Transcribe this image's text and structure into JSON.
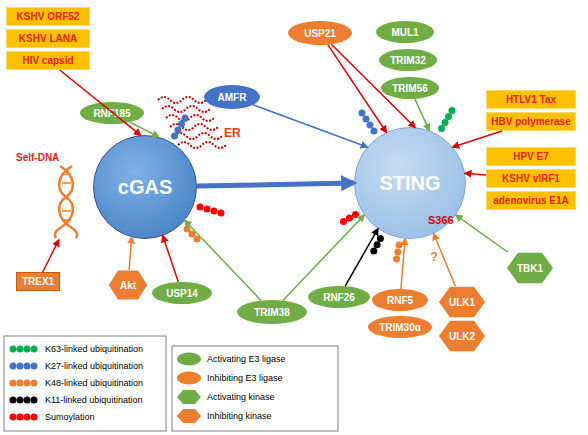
{
  "diagram": {
    "nodes": [
      {
        "text": [
          "KSHV ORF52"
        ]
      },
      {
        "text": [
          "KSHV LANA"
        ]
      },
      {
        "text": [
          "HIV capsid"
        ]
      },
      {
        "text": [
          "RNF185"
        ]
      },
      {
        "text": [
          "AMFR"
        ]
      },
      {
        "text": [
          "USP21"
        ]
      },
      {
        "text": [
          "MUL1"
        ]
      },
      {
        "text": [
          "TRIM32"
        ]
      },
      {
        "text": [
          "TRIM56"
        ]
      },
      {
        "text": [
          "HTLV1 Tax"
        ]
      },
      {
        "text": [
          "HBV polymerase"
        ]
      },
      {
        "text": [
          "HPV E7"
        ]
      },
      {
        "text": [
          "KSHV vIRF1"
        ]
      },
      {
        "text": [
          "adenovirus E1A"
        ]
      },
      {
        "text": [
          "Self-DNA"
        ]
      },
      {
        "text": [
          "cGAS"
        ]
      },
      {
        "text": [
          "STING"
        ]
      },
      {
        "text": [
          "TBK1"
        ]
      },
      {
        "text": [
          "TREX1"
        ]
      },
      {
        "text": [
          "Akt"
        ]
      },
      {
        "text": [
          "USP14"
        ]
      },
      {
        "text": [
          "TRIM38"
        ]
      },
      {
        "text": [
          "RNF26"
        ]
      },
      {
        "text": [
          "RNF5"
        ]
      },
      {
        "text": [
          "ULK1"
        ]
      },
      {
        "text": [
          "TRIM30α"
        ]
      },
      {
        "text": [
          "ULK2"
        ]
      }
    ],
    "edges": [
      {
        "from": 2,
        "to": 15,
        "arrow": "to"
      },
      {
        "from": 3,
        "to": 15,
        "arrow": "to"
      },
      {
        "from": 4,
        "to": 16,
        "arrow": "to"
      },
      {
        "from": 5,
        "to": 16,
        "arrow": "to"
      },
      {
        "from": 5,
        "to": 16,
        "arrow": "to"
      },
      {
        "from": 8,
        "to": 16,
        "arrow": "to"
      },
      {
        "from": 10,
        "to": 16,
        "arrow": "to"
      },
      {
        "from": 12,
        "to": 16,
        "arrow": "to"
      },
      {
        "from": 17,
        "to": 16,
        "arrow": "to"
      },
      {
        "from": 24,
        "to": 16,
        "arrow": "to",
        "label": "?"
      },
      {
        "from": 22,
        "to": 16,
        "arrow": "to"
      },
      {
        "from": 23,
        "to": 16,
        "arrow": "to"
      },
      {
        "from": 21,
        "to": 16,
        "arrow": "to"
      },
      {
        "from": 21,
        "to": 15,
        "arrow": "to"
      },
      {
        "from": 20,
        "to": 15,
        "arrow": "to"
      },
      {
        "from": 19,
        "to": 15,
        "arrow": "to"
      },
      {
        "from": 18,
        "to": 14,
        "arrow": "to"
      },
      {
        "from": 15,
        "to": 16,
        "arrow": "to"
      }
    ],
    "labels": [
      "ER",
      "S366"
    ],
    "legend": [
      {
        "text": "K63-linked ubiquitination",
        "color": "#00b050"
      },
      {
        "text": "K27-linked ubiquitination",
        "color": "#4472c4"
      },
      {
        "text": "K48-linked ubiquitination",
        "color": "#ed7d31"
      },
      {
        "text": "K11-linked ubiquitination",
        "color": "#000000"
      },
      {
        "text": "Sumoylation",
        "color": "#ff0000"
      },
      {
        "text": "Activating E3 ligase"
      },
      {
        "text": "Inhibiting E3 ligase"
      },
      {
        "text": "Activating kinase"
      },
      {
        "text": "Inhibiting kinase"
      }
    ]
  }
}
